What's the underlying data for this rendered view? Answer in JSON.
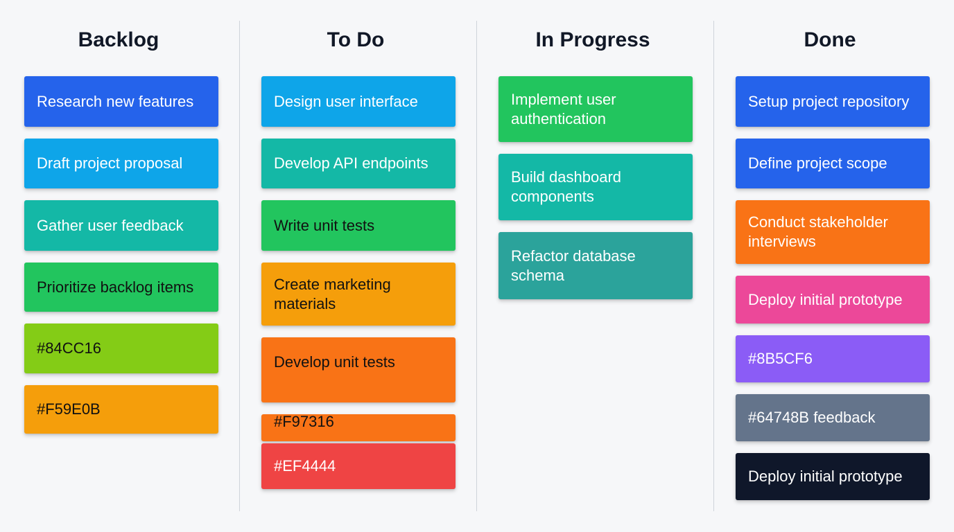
{
  "board": {
    "columns": [
      {
        "title": "Backlog",
        "cards": [
          {
            "text": "Research new features",
            "color": "#2563EB"
          },
          {
            "text": "Draft project proposal",
            "color": "#0EA5E9"
          },
          {
            "text": "Gather user feedback",
            "color": "#14B8A6"
          },
          {
            "text": "Prioritize backlog items",
            "color": "#22C55E"
          },
          {
            "text": "#84CC16",
            "color": "#84CC16"
          },
          {
            "text": "#F59E0B",
            "color": "#F59E0B"
          }
        ]
      },
      {
        "title": "To Do",
        "cards": [
          {
            "text": "Design user interface",
            "color": "#0EA5E9"
          },
          {
            "text": "Develop API endpoints",
            "color": "#14B8A6"
          },
          {
            "text": "Write unit tests",
            "color": "#22C55E"
          },
          {
            "text": "Create marketing materials",
            "color": "#F59E0B"
          },
          {
            "text": "Develop unit tests",
            "color": "#F97316"
          },
          {
            "text": "#F97316",
            "color": "#F97316"
          },
          {
            "text": "#EF4444",
            "color": "#EF4444"
          }
        ]
      },
      {
        "title": "In Progress",
        "cards": [
          {
            "text": "Implement user authentication",
            "color": "#22C55E"
          },
          {
            "text": "Build dashboard components",
            "color": "#14B8A6"
          },
          {
            "text": "Refactor database schema",
            "color": "#2BA39B"
          }
        ]
      },
      {
        "title": "Done",
        "cards": [
          {
            "text": "Setup project repository",
            "color": "#2563EB"
          },
          {
            "text": "Define project scope",
            "color": "#2563EB"
          },
          {
            "text": "Conduct stakeholder interviews",
            "color": "#F97316"
          },
          {
            "text": "Deploy initial prototype",
            "color": "#EC4899"
          },
          {
            "text": "#8B5CF6",
            "color": "#8B5CF6"
          },
          {
            "text": "#64748B feedback",
            "color": "#64748B"
          },
          {
            "text": "Deploy initial prototype",
            "color": "#0F172A"
          }
        ]
      }
    ]
  }
}
